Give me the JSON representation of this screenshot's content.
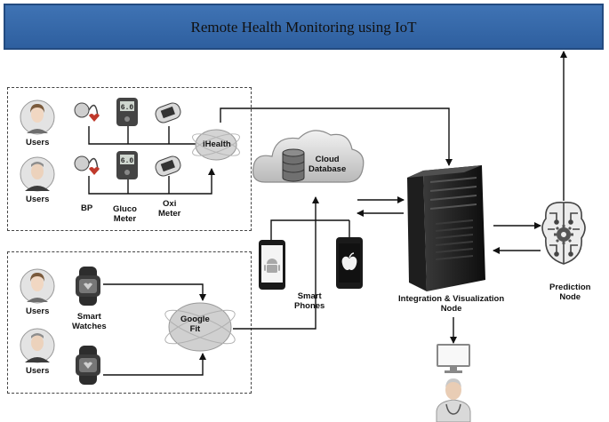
{
  "banner": {
    "title": "Remote Health Monitoring using IoT"
  },
  "labels": {
    "users": "Users",
    "bp": "BP",
    "gluco_meter": "Gluco\nMeter",
    "oxi_meter": "Oxi\nMeter",
    "ihealth": "iHealth",
    "cloud_database": "Cloud\nDatabase",
    "smart_phones": "Smart\nPhones",
    "smart_watches": "Smart\nWatches",
    "google_fit": "Google\nFit",
    "integration_node": "Integration & Visualization\nNode",
    "prediction_node": "Prediction\nNode",
    "gluco_display": "6.0"
  },
  "icons": [
    "user-avatar-icon",
    "blood-pressure-monitor-icon",
    "glucose-meter-icon",
    "pulse-oximeter-icon",
    "smartwatch-icon",
    "android-icon",
    "apple-icon",
    "database-icon",
    "server-tower-icon",
    "ai-brain-icon",
    "monitor-icon",
    "doctor-icon"
  ],
  "colors": {
    "banner": "#3a6db0",
    "arrow": "#111111"
  }
}
